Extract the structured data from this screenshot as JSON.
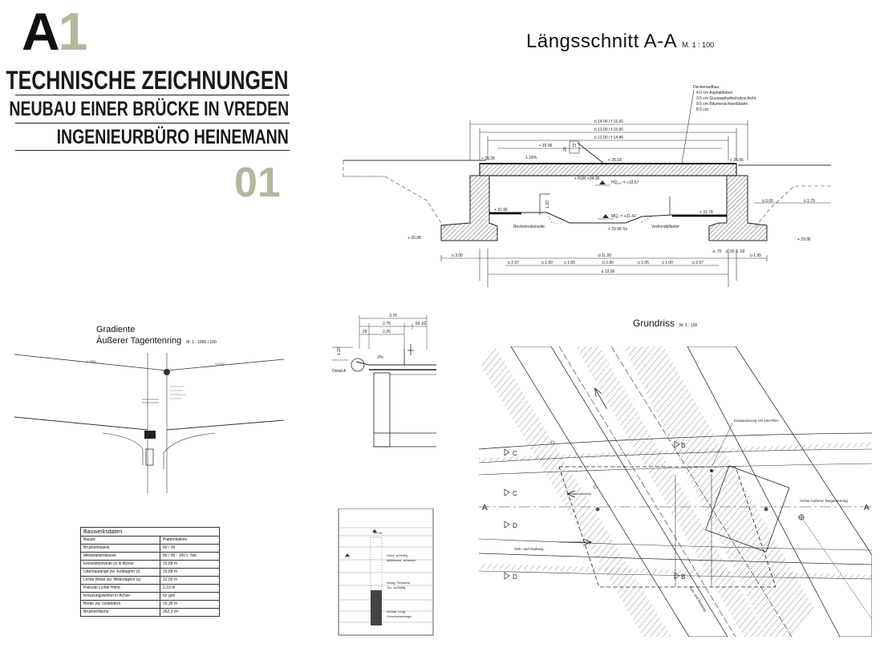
{
  "header": {
    "logo_letter": "A",
    "logo_number": "1",
    "line1": "TECHNISCHE ZEICHNUNGEN",
    "line2": "NEUBAU EINER BRÜCKE IN VREDEN",
    "line3": "INGENIEURBÜRO HEINEMANN",
    "sheet_number": "01"
  },
  "section": {
    "title": "Längsschnitt  A-A",
    "scale": "M. 1 : 100",
    "deck_layers": [
      "Deckenaufbau:",
      "4.0 cm Asphaltbeton",
      "3.5 cm Gussasphaltschutzschicht",
      "0.5 cm Bitumenschweißbahn",
      "8.5 cm"
    ],
    "dim_top_1": "ü  14.06  /  f  16.66",
    "dim_top_2": "ü  13.00  /  f  15.66",
    "dim_top_3": "ü  12.00  /  f  14.46",
    "dim_mid": "+ 20.96",
    "elev_left_deck": "+ 35.28",
    "elev_right_deck": "+ 35.06",
    "elev_center": "+ 35.18",
    "slope": "1.18%",
    "kuk": "+ KUK +34.36",
    "hq": "HQ₁₀₀ = +33.67",
    "mq": "MQ₁ = +31.42",
    "water_sole": "+ 29.98 So",
    "elev_l_inner": "+ 31.96",
    "elev_r_inner": "+ 31.78",
    "elev_foot_l": "+ 30.08",
    "elev_foot_r": "+ 29.96",
    "label_left": "Revisionsbeiseite",
    "label_right": "Verbundpflaster",
    "dim_right_1": "ü  3.00",
    "dim_right_2": "ü  1.70",
    "dim_small_h1": "20",
    "dim_small_h2": "72",
    "dim_small_h3": "1.20",
    "bottom_row1": [
      "ü  3.00",
      "ü  11.00",
      "ü .70",
      "ü .50",
      "ü .50",
      "ü  1.95"
    ],
    "bottom_row2": [
      "ü  2.97",
      "ü 1.00",
      "ü 1.05",
      "ü  2.90",
      "ü 1.05",
      "ü 1.00",
      "ü  2.97"
    ],
    "bottom_row3": "ü  12.00"
  },
  "gradiente": {
    "title": "Gradiente",
    "subtitle": "Äußerer Tagentenring",
    "scale": "M. 1 : 1000 / 100",
    "slope_left": "1.75%",
    "slope_right": "1.07%"
  },
  "detail": {
    "label": "Detail A",
    "dim_total": "3.76",
    "dim_a": "2.75",
    "dim_b": "2.25",
    "dim_c": ".25",
    "dim_d": ".50",
    "dim_e": ".62",
    "dim_h": "1.20",
    "slope": "2%"
  },
  "soil": {
    "top_elev": "33.28",
    "notes": [
      "Sand, schluffig",
      "Mittelsand, schwach",
      "kiesig, Feinsand",
      "Ton, schluffig",
      "Schluff, tonig",
      "Geschiebemergel"
    ]
  },
  "table": {
    "title": "Bauwerksdaten",
    "rows": [
      [
        "Bauart",
        "Plattenbalken"
      ],
      [
        "Brückenklasse",
        "60 / 30"
      ],
      [
        "Militärlastenklasse",
        "50 / 50 - 100 t. Tab."
      ],
      [
        "Einzelstützweite (ℓ) in Achse",
        "15,68 m"
      ],
      [
        "Überbaulänge zw. Endlagern (ℓ)",
        "15,68 m"
      ],
      [
        "Lichte Weite zw. Widerlagern (ℓᵢ)",
        "12,00 m"
      ],
      [
        "Kleinste Lichte Höhe",
        "2,10 m"
      ],
      [
        "Kreuzungswinkel in Achse",
        "62 gon"
      ],
      [
        "Breite zw. Geländern",
        "16,30 m"
      ],
      [
        "Brückenfläche",
        "262,3 m²"
      ]
    ]
  },
  "grundriss": {
    "title": "Grundriss",
    "scale": "M. 1 : 100",
    "markers": [
      "A",
      "A",
      "B",
      "B",
      "C",
      "C",
      "D",
      "D"
    ],
    "note_top": "Entwässerung VO 150 PEH",
    "note_axis": "Achse Äußerer Tangentenring",
    "note_geh": "Geh- und Radweg",
    "note_geh2": "Geh- und Radweg"
  },
  "colors": {
    "accent": "#b6b59e",
    "hatch": "#333333"
  }
}
